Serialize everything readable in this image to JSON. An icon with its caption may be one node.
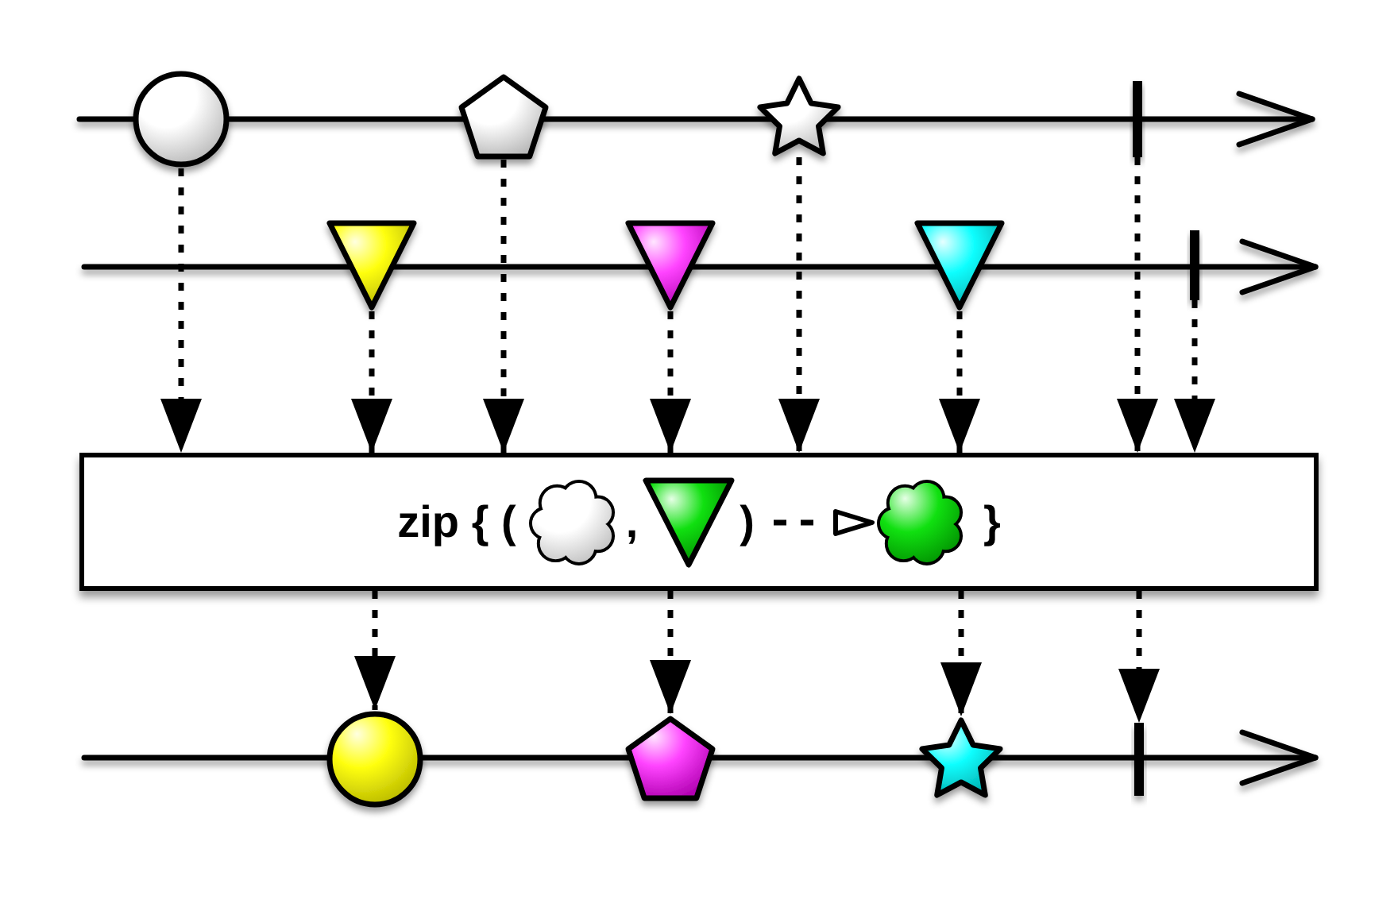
{
  "diagram": {
    "nodes": [
      {
        "text": [],
        "shape": "circle"
      },
      {
        "text": [],
        "shape": "pentagon"
      },
      {
        "text": [],
        "shape": "star"
      },
      {
        "text": [],
        "shape": "bar"
      },
      {
        "text": [],
        "shape": "triangle"
      },
      {
        "text": [],
        "shape": "triangle"
      },
      {
        "text": [],
        "shape": "triangle"
      },
      {
        "text": [],
        "shape": "bar"
      },
      {
        "text": [
          "zip { (",
          ",",
          ")",
          "}"
        ]
      },
      {
        "text": [],
        "shape": "circle"
      },
      {
        "text": [],
        "shape": "pentagon"
      },
      {
        "text": [],
        "shape": "star"
      },
      {
        "text": [],
        "shape": "bar"
      }
    ],
    "edges": [
      {
        "from": 0,
        "to": 8,
        "arrow": "to",
        "style": "dashed"
      },
      {
        "from": 1,
        "to": 8,
        "arrow": "to",
        "style": "dashed"
      },
      {
        "from": 2,
        "to": 8,
        "arrow": "to",
        "style": "dashed"
      },
      {
        "from": 3,
        "to": 8,
        "arrow": "to",
        "style": "dashed"
      },
      {
        "from": 4,
        "to": 8,
        "arrow": "to",
        "style": "dashed"
      },
      {
        "from": 5,
        "to": 8,
        "arrow": "to",
        "style": "dashed"
      },
      {
        "from": 6,
        "to": 8,
        "arrow": "to",
        "style": "dashed"
      },
      {
        "from": 7,
        "to": 8,
        "arrow": "to",
        "style": "dashed"
      },
      {
        "from": 8,
        "to": 9,
        "arrow": "to",
        "style": "dashed"
      },
      {
        "from": 8,
        "to": 10,
        "arrow": "to",
        "style": "dashed"
      },
      {
        "from": 8,
        "to": 11,
        "arrow": "to",
        "style": "dashed"
      },
      {
        "from": 8,
        "to": 12,
        "arrow": "to",
        "style": "dashed"
      }
    ]
  }
}
